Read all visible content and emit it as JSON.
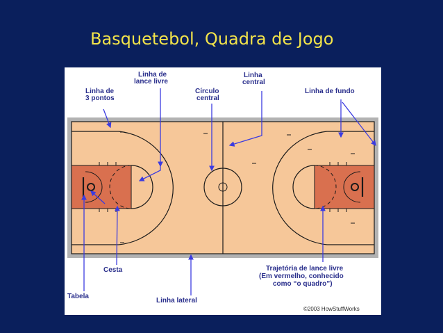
{
  "title": "Basquetebol, Quadra de Jogo",
  "colors": {
    "background": "#0a1f5c",
    "title": "#f2e34a",
    "court": "#f6c799",
    "key": "#d9704f",
    "border": "#b2b2b2",
    "lines": "#1a1a1a",
    "labels": "#2a2f8c",
    "arrows": "#3b3be0"
  },
  "labels": {
    "lance_livre": [
      "Linha de",
      "lance livre"
    ],
    "tres_pontos": [
      "Linha de",
      "3 pontos"
    ],
    "circulo": [
      "Círculo",
      "central"
    ],
    "central": [
      "Linha",
      "central"
    ],
    "fundo": "Linha de fundo",
    "cesta": "Cesta",
    "tabela": "Tabela",
    "lateral": "Linha lateral",
    "trajetoria": [
      "Trajetória de lance livre",
      "(Em vermelho, conhecido",
      "como “o quadro”)"
    ]
  },
  "copyright": "©2003 HowStuffWorks"
}
